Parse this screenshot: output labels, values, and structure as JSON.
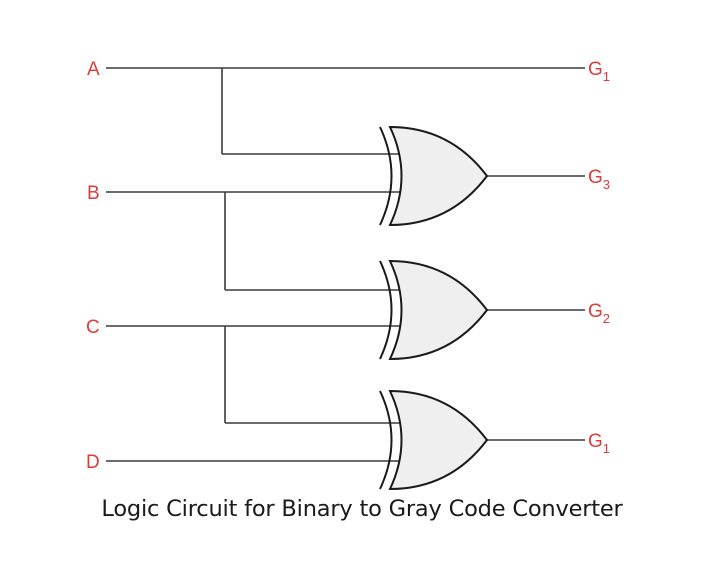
{
  "inputs": [
    {
      "label": "A"
    },
    {
      "label": "B"
    },
    {
      "label": "C"
    },
    {
      "label": "D"
    }
  ],
  "outputs": [
    {
      "base": "G",
      "sub": "1"
    },
    {
      "base": "G",
      "sub": "3"
    },
    {
      "base": "G",
      "sub": "2"
    },
    {
      "base": "G",
      "sub": "1"
    }
  ],
  "gates": [
    {
      "type": "XOR"
    },
    {
      "type": "XOR"
    },
    {
      "type": "XOR"
    }
  ],
  "caption": "Logic Circuit for Binary to Gray Code Converter",
  "colors": {
    "label": "#e03a3a",
    "wire": "#3a3a3a",
    "gate_fill": "#efefef",
    "gate_stroke": "#1a1a1a",
    "caption": "#1a1a1a"
  }
}
